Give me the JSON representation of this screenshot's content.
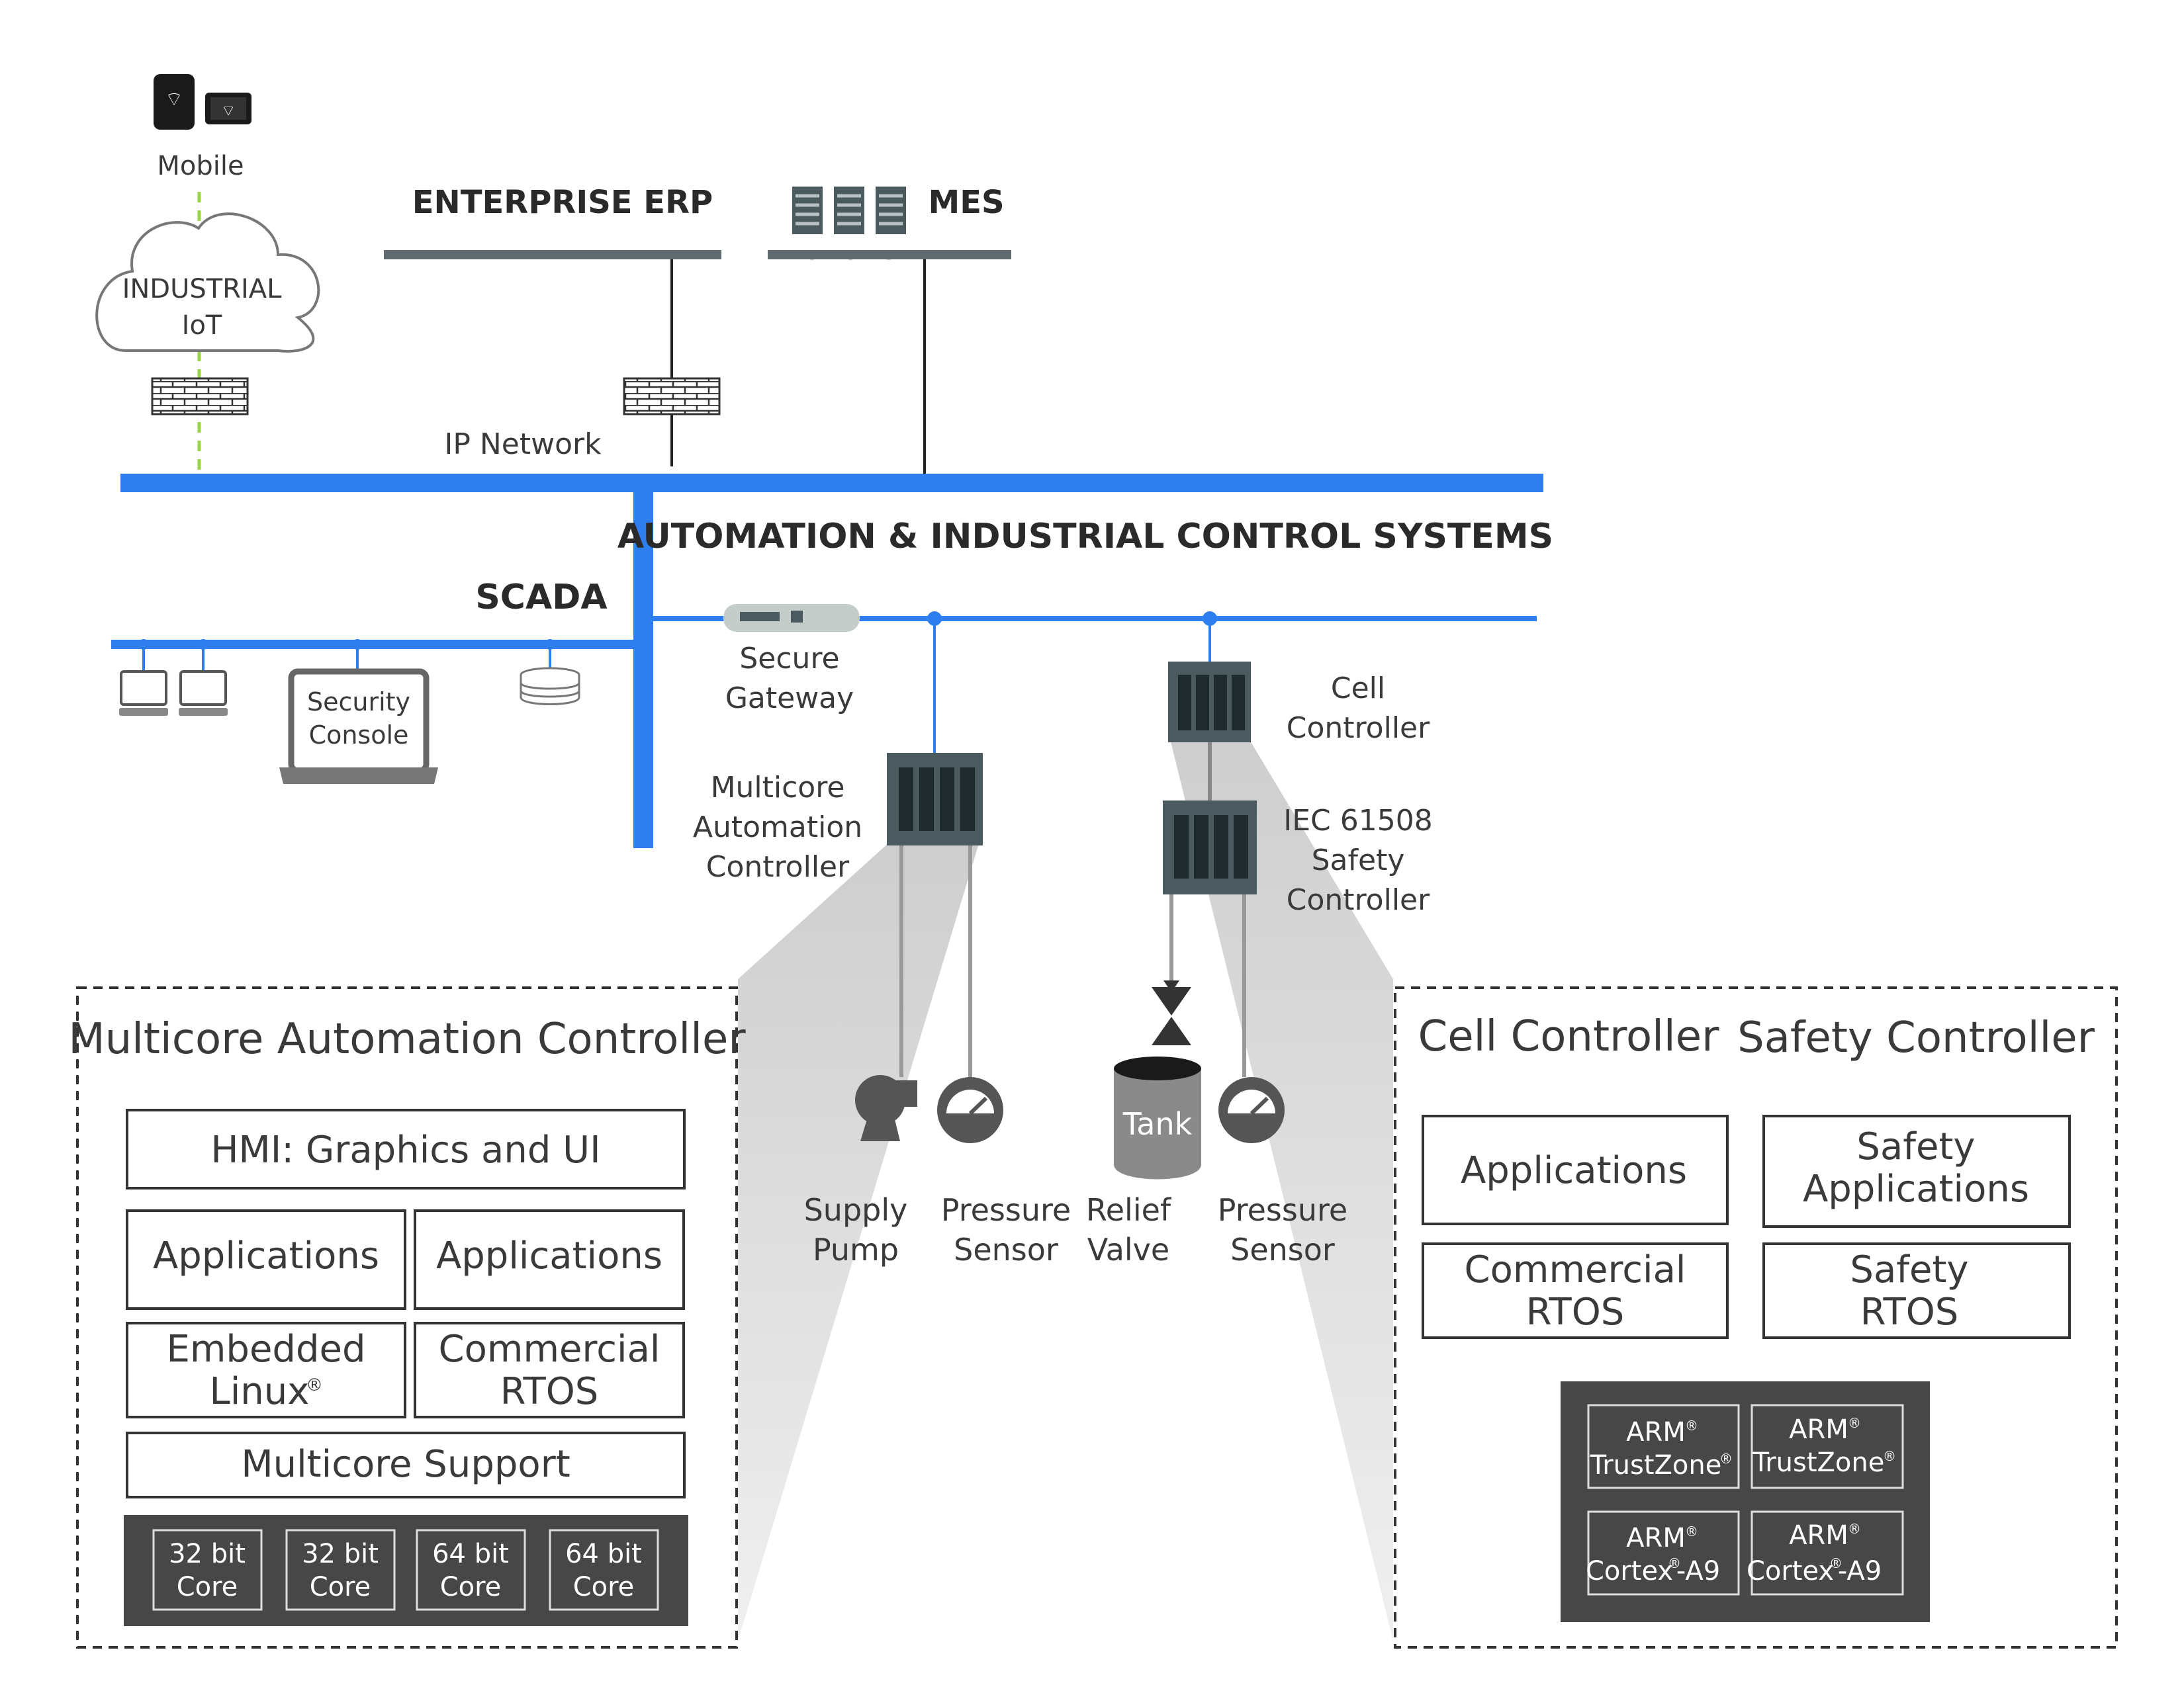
{
  "top": {
    "mobile": "Mobile",
    "iot": [
      "INDUSTRIAL",
      "IoT"
    ],
    "erp": "ENTERPRISE ERP",
    "mes": "MES",
    "ip_network": "IP Network"
  },
  "ics": {
    "title": "AUTOMATION & INDUSTRIAL CONTROL SYSTEMS",
    "scada": "SCADA",
    "security_console": [
      "Security",
      "Console"
    ],
    "secure_gateway": [
      "Secure",
      "Gateway"
    ],
    "multicore_controller": [
      "Multicore",
      "Automation",
      "Controller"
    ],
    "cell_controller": [
      "Cell",
      "Controller"
    ],
    "safety_controller": [
      "IEC 61508",
      "Safety",
      "Controller"
    ],
    "tank": "Tank",
    "devices": [
      [
        "Supply",
        "Pump"
      ],
      [
        "Pressure",
        "Sensor"
      ],
      [
        "Relief",
        "Valve"
      ],
      [
        "Pressure",
        "Sensor"
      ]
    ]
  },
  "left_panel": {
    "title": "Multicore Automation Controller",
    "hmi": "HMI: Graphics and UI",
    "app1": "Applications",
    "app2": "Applications",
    "linux": [
      "Embedded",
      "Linux"
    ],
    "rtos": [
      "Commercial",
      "RTOS"
    ],
    "support": "Multicore Support",
    "cores": [
      [
        "32 bit",
        "Core"
      ],
      [
        "32 bit",
        "Core"
      ],
      [
        "64 bit",
        "Core"
      ],
      [
        "64 bit",
        "Core"
      ]
    ]
  },
  "right_panel": {
    "cell_title": "Cell Controller",
    "safety_title": "Safety Controller",
    "applications": "Applications",
    "commercial_rtos": [
      "Commercial",
      "RTOS"
    ],
    "safety_apps": [
      "Safety",
      "Applications"
    ],
    "safety_rtos": [
      "Safety",
      "RTOS"
    ],
    "arm": [
      [
        "ARM",
        "TrustZone"
      ],
      [
        "ARM",
        "TrustZone"
      ],
      [
        "ARM",
        "Cortex ",
        "-A9"
      ],
      [
        "ARM",
        "Cortex ",
        "-A9"
      ]
    ]
  },
  "colors": {
    "network_blue": "#2f7ef0",
    "dark_gray": "#474747",
    "slate": "#4a5a5f",
    "iot_green": "#9bd34a"
  }
}
